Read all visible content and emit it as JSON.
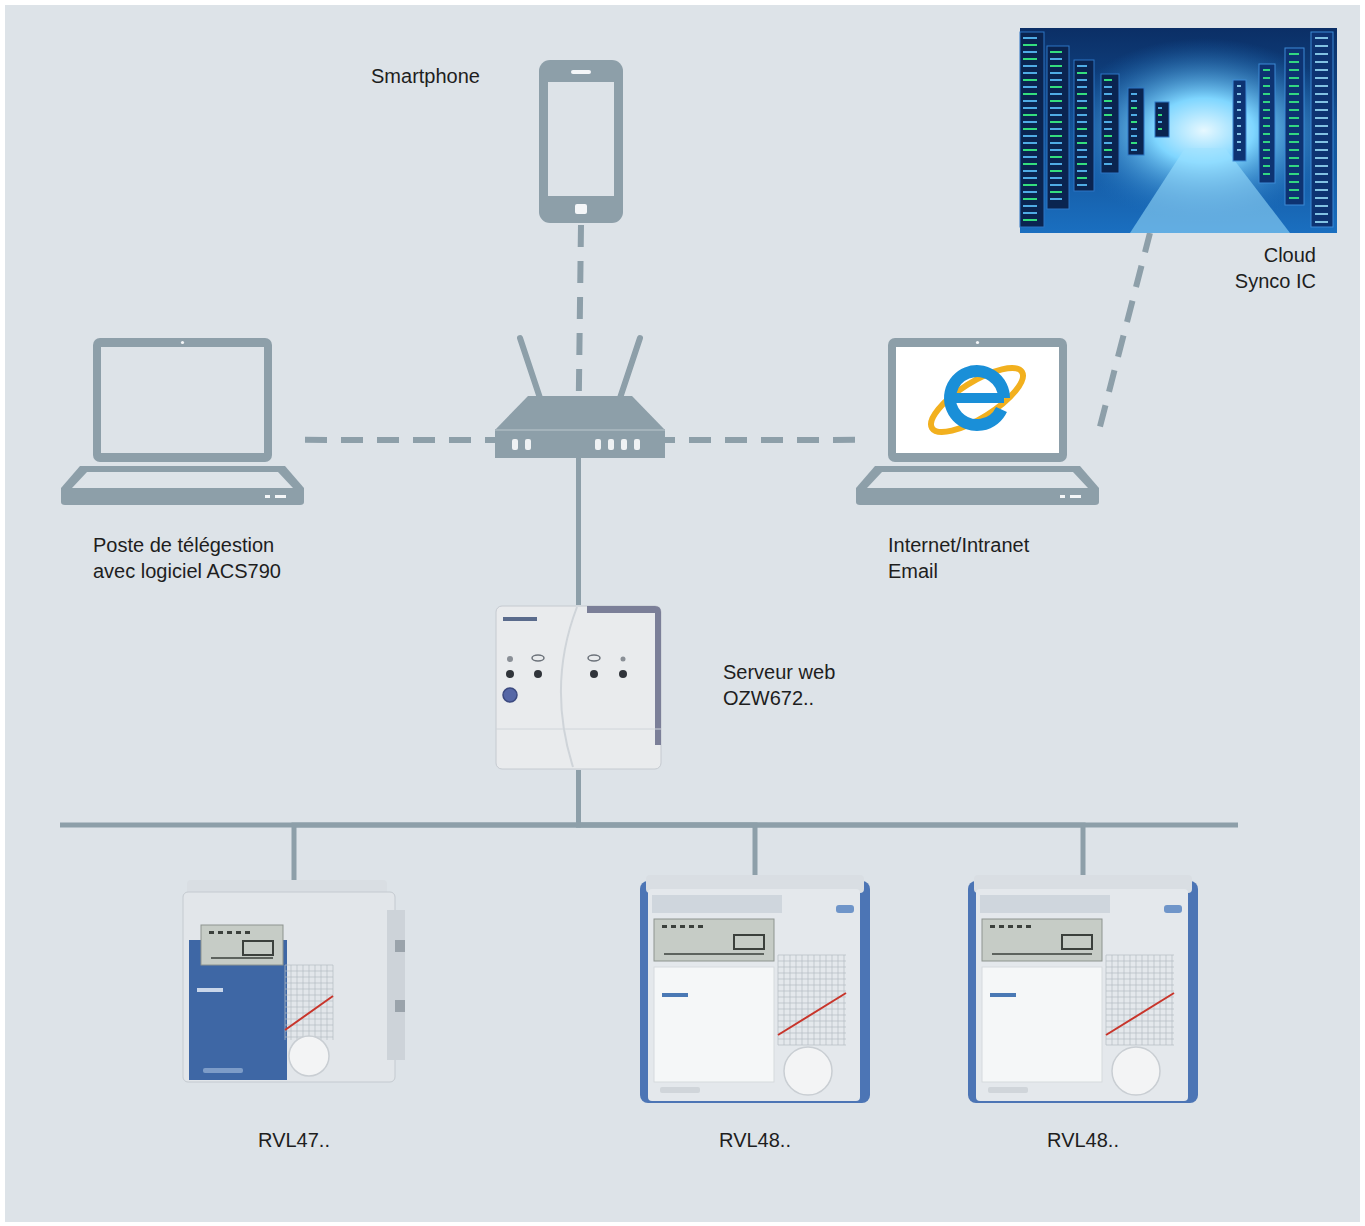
{
  "diagram": {
    "nodes": [
      {
        "text": [
          "Smartphone"
        ]
      },
      {
        "text": [
          "Cloud Synco IC"
        ]
      },
      {
        "text": [
          "Poste de télégestion avec logiciel ACS790"
        ]
      },
      {
        "text": [
          "Internet/Intranet Email"
        ]
      },
      {
        "text": [
          "Serveur web OZW672.."
        ]
      },
      {
        "text": [
          "RVL47.."
        ]
      },
      {
        "text": [
          "RVL48.."
        ]
      },
      {
        "text": [
          "RVL48.."
        ]
      }
    ],
    "edges": [
      {
        "from": 0,
        "to": 4,
        "arrow": "none"
      },
      {
        "from": 2,
        "to": 4,
        "arrow": "none"
      },
      {
        "from": 3,
        "to": 4,
        "arrow": "none"
      },
      {
        "from": 3,
        "to": 1,
        "arrow": "none"
      },
      {
        "from": 4,
        "to": 5,
        "arrow": "none"
      },
      {
        "from": 4,
        "to": 6,
        "arrow": "none"
      },
      {
        "from": 4,
        "to": 7,
        "arrow": "none"
      }
    ]
  }
}
